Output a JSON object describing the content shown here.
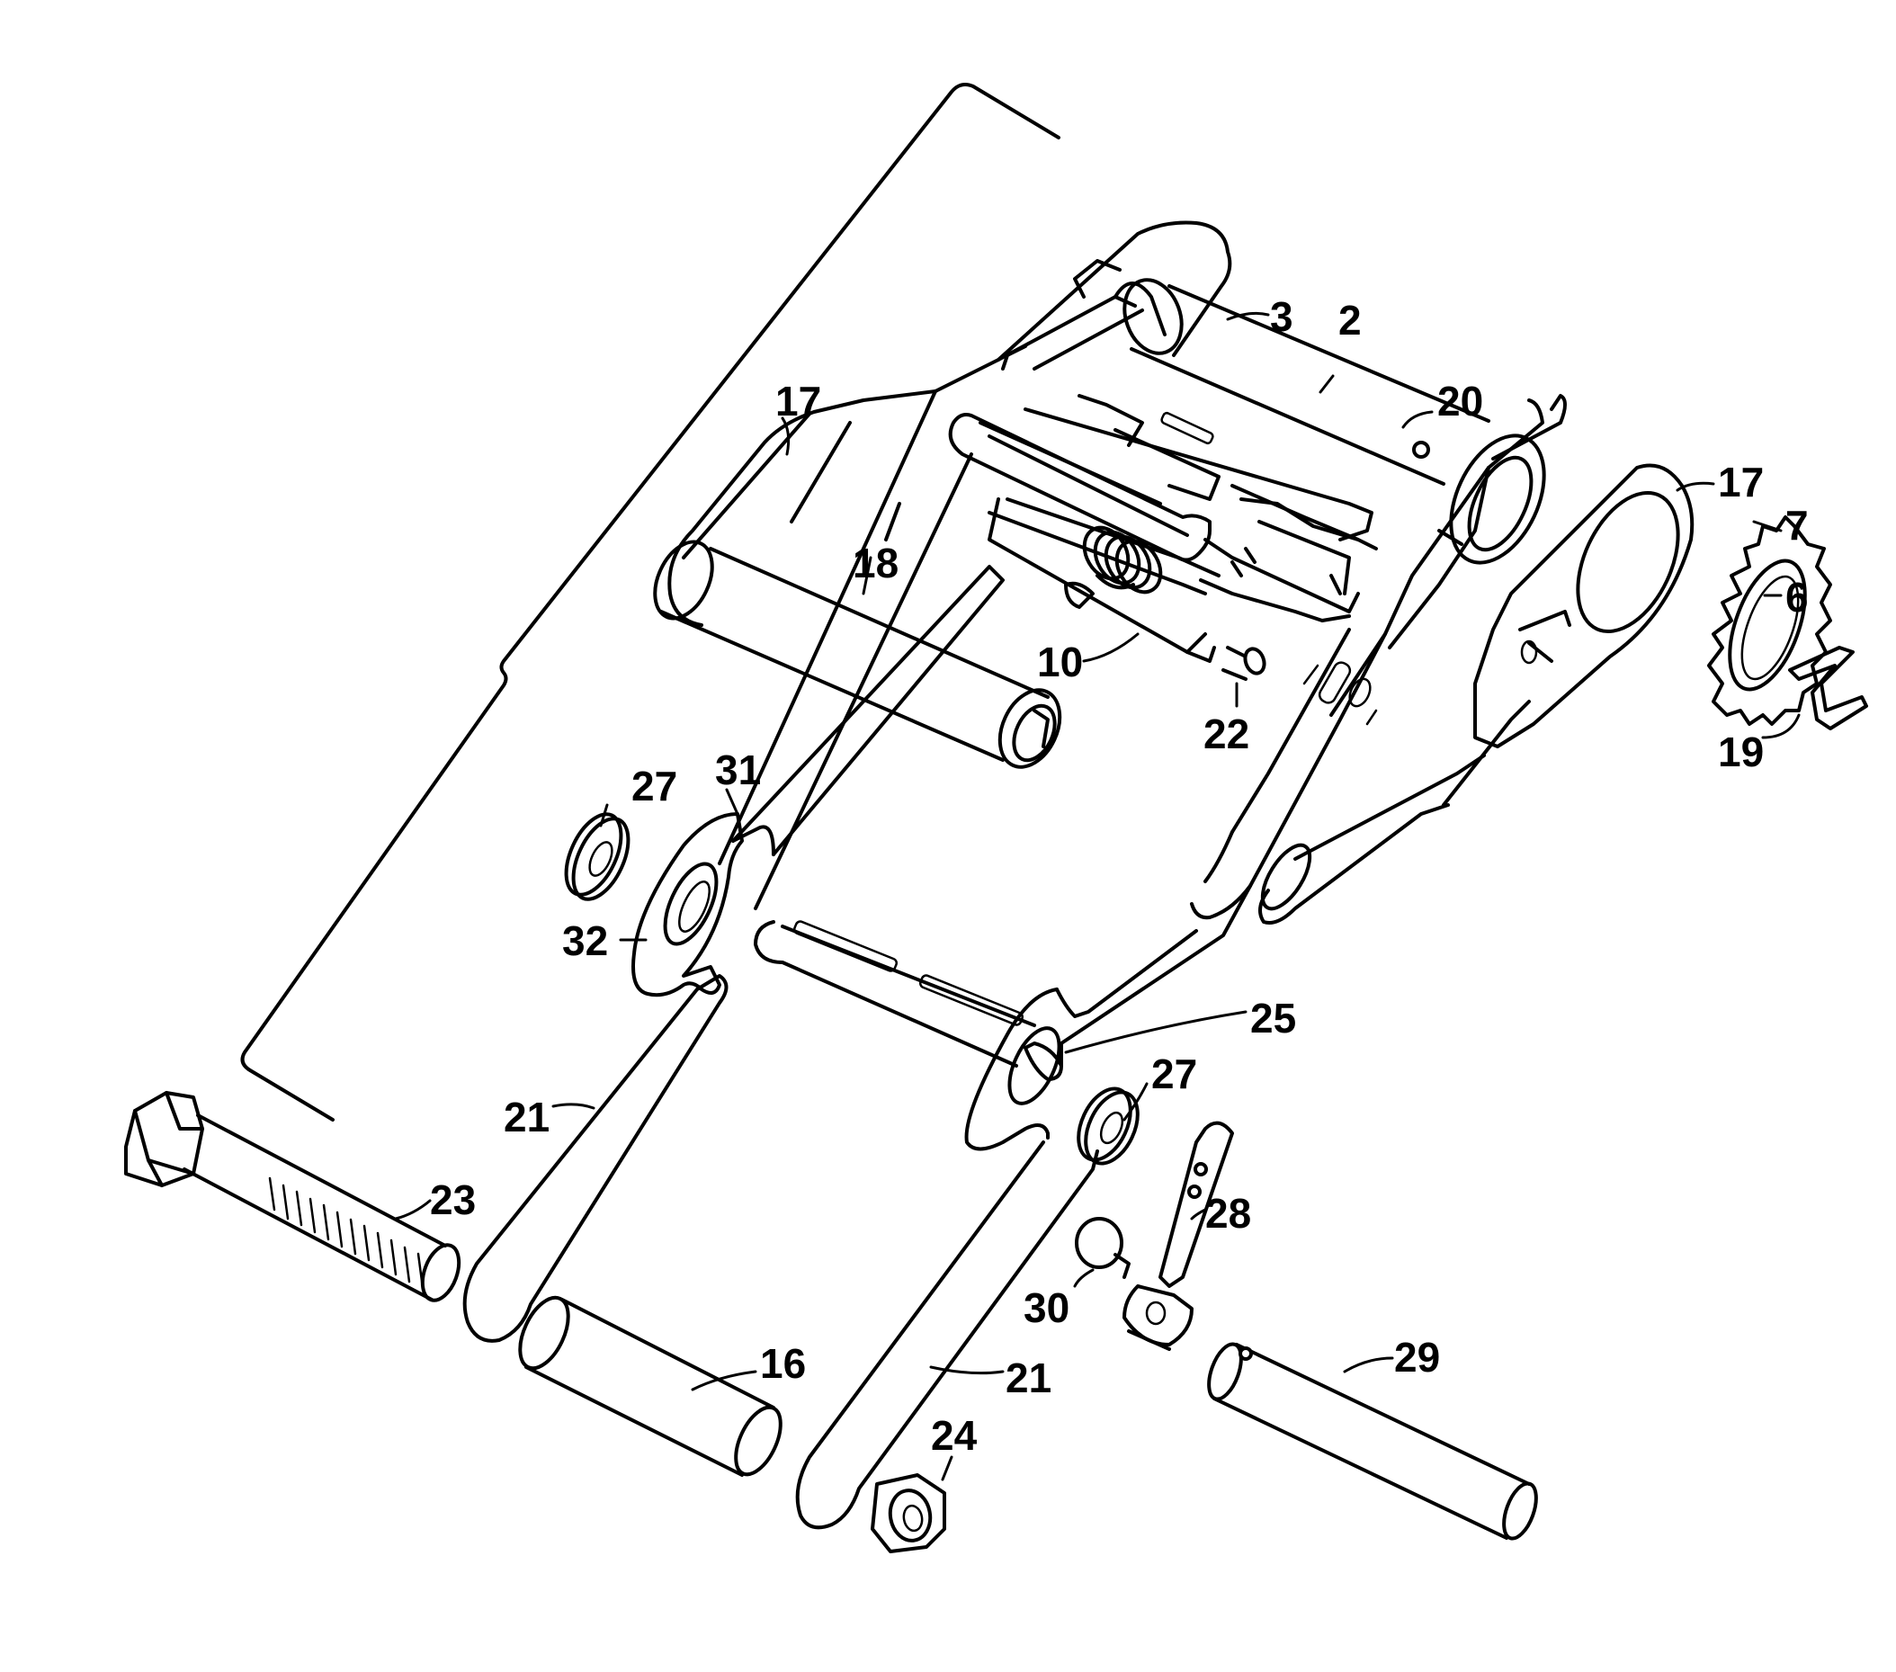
{
  "figure": {
    "labels": {
      "l2": "2",
      "l3": "3",
      "l6": "6",
      "l7": "7",
      "l10": "10",
      "l16": "16",
      "l17a": "17",
      "l17b": "17",
      "l18": "18",
      "l19": "19",
      "l20": "20",
      "l21a": "21",
      "l21b": "21",
      "l22": "22",
      "l23": "23",
      "l24": "24",
      "l25": "25",
      "l27a": "27",
      "l27b": "27",
      "l28": "28",
      "l29": "29",
      "l30": "30",
      "l31": "31",
      "l32": "32"
    }
  }
}
